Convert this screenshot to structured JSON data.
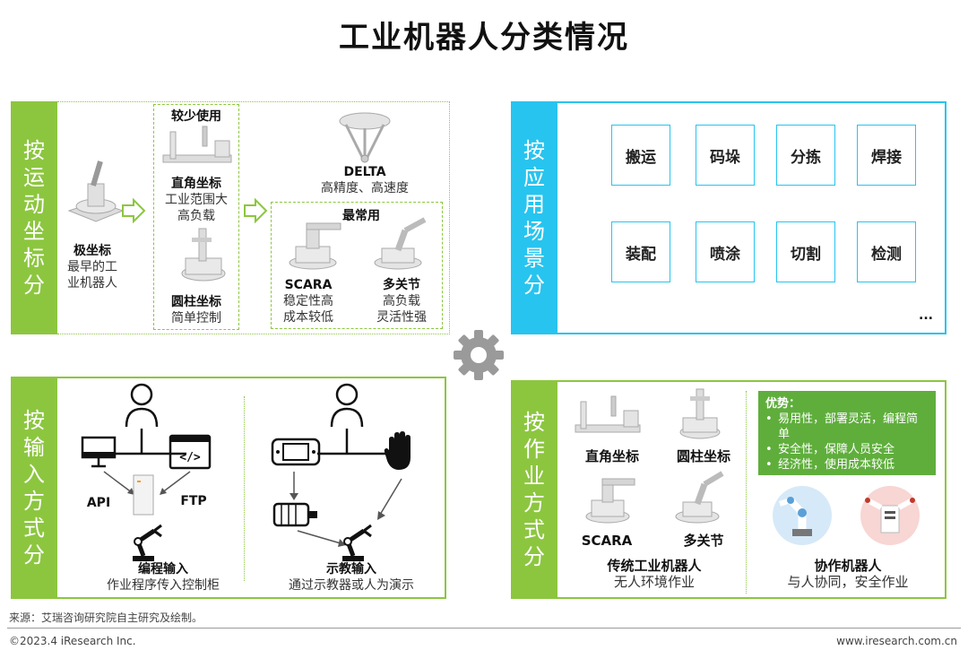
{
  "title": "工业机器人分类情况",
  "motion": {
    "sidebar": "按运动坐标分",
    "polar": {
      "name": "极坐标",
      "desc": "最早的工业机器人"
    },
    "less_used": "较少使用",
    "cartesian": {
      "name": "直角坐标",
      "desc1": "工业范围大",
      "desc2": "高负载"
    },
    "cylindrical": {
      "name": "圆柱坐标",
      "desc": "简单控制"
    },
    "delta": {
      "name": "DELTA",
      "desc": "高精度、高速度"
    },
    "most_used": "最常用",
    "scara": {
      "name": "SCARA",
      "desc1": "稳定性高",
      "desc2": "成本较低"
    },
    "multi_joint": {
      "name": "多关节",
      "desc1": "高负载",
      "desc2": "灵活性强"
    }
  },
  "application": {
    "sidebar": "按应用场景分",
    "items": [
      "搬运",
      "码垛",
      "分拣",
      "焊接",
      "装配",
      "喷涂",
      "切割",
      "检测"
    ],
    "more": "..."
  },
  "input": {
    "sidebar": "按输入方式分",
    "api": "API",
    "ftp": "FTP",
    "programming": {
      "name": "编程输入",
      "desc": "作业程序传入控制柜"
    },
    "teaching": {
      "name": "示教输入",
      "desc": "通过示教器或人为演示"
    }
  },
  "work": {
    "sidebar": "按作业方式分",
    "cartesian": "直角坐标",
    "cylindrical": "圆柱坐标",
    "scara": "SCARA",
    "multi_joint": "多关节",
    "traditional": {
      "name": "传统工业机器人",
      "desc": "无人环境作业"
    },
    "advantages_title": "优势：",
    "advantages": [
      "易用性，部署灵活，编程简单",
      "安全性，保障人员安全",
      "经济性，使用成本较低"
    ],
    "collab": {
      "name": "协作机器人",
      "desc": "与人协同，安全作业"
    }
  },
  "source": "来源：艾瑞咨询研究院自主研究及绘制。",
  "copyright": "©2023.4 iResearch Inc.",
  "website": "www.iresearch.com.cn",
  "colors": {
    "green": "#8cc63f",
    "blue": "#27c4ef",
    "dark_green": "#5fae3c"
  }
}
